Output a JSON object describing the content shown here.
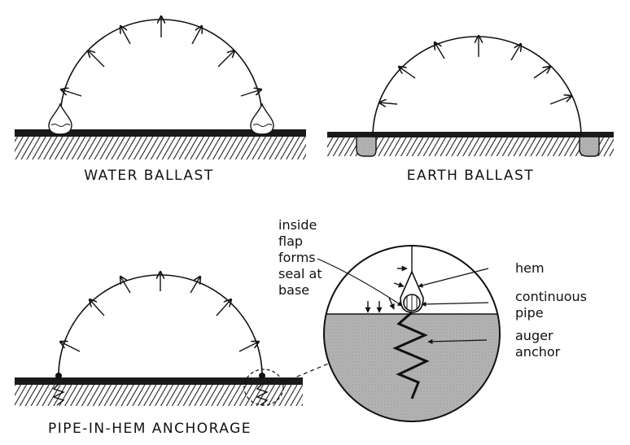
{
  "panels": {
    "water": {
      "caption": "WATER BALLAST"
    },
    "earth": {
      "caption": "EARTH BALLAST"
    },
    "pipe": {
      "caption": "PIPE-IN-HEM ANCHORAGE"
    }
  },
  "detail": {
    "labels": {
      "flap": [
        "inside",
        "flap",
        "forms",
        "seal at",
        "base"
      ],
      "hem": "hem",
      "pipe": [
        "continuous",
        "pipe"
      ],
      "anchor": [
        "auger",
        "anchor"
      ]
    }
  },
  "colors": {
    "ink": "#111111",
    "soil": "#a9a9a9",
    "ground": "#1a1a1a"
  }
}
